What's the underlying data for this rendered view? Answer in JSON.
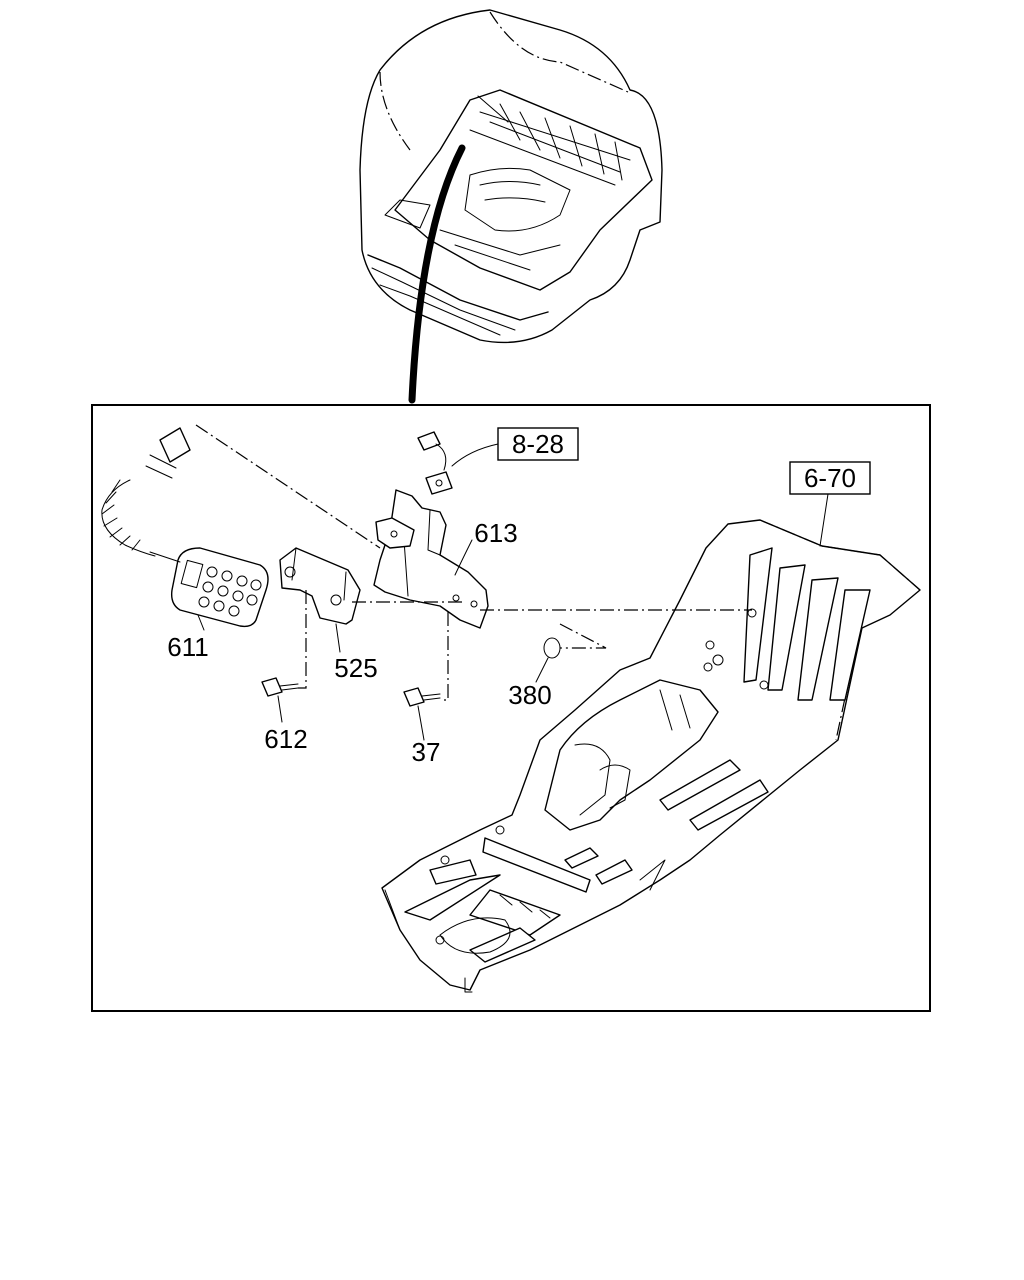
{
  "callouts": {
    "ref_8_28": "8-28",
    "ref_6_70": "6-70",
    "p613": "613",
    "p611": "611",
    "p525": "525",
    "p612": "612",
    "p37": "37",
    "p380": "380"
  },
  "icons": {
    "cab": "truck-cab-icon",
    "remote": "remote-control-icon",
    "floor": "floor-panel-icon"
  }
}
